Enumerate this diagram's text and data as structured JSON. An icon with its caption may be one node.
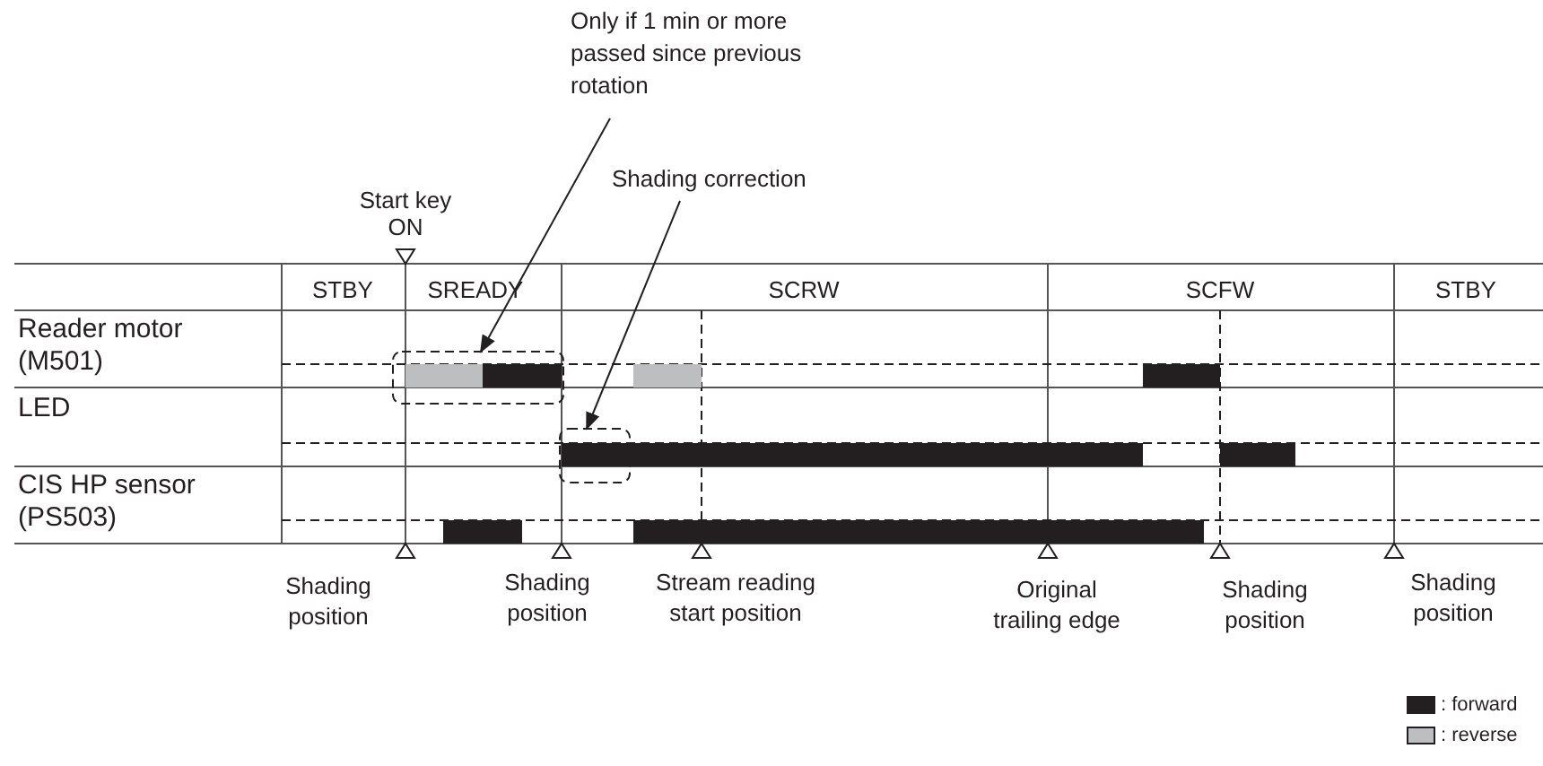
{
  "diagram": {
    "nodes": [
      {
        "text": [
          "Only if 1 min or more passed since previous rotation"
        ]
      },
      {
        "text": [
          "Shading correction"
        ]
      },
      {
        "text": [],
        "shape": "box"
      },
      {
        "text": [],
        "shape": "box"
      }
    ],
    "edges": [
      {
        "from": 0,
        "to": 2,
        "arrow": "to"
      },
      {
        "from": 1,
        "to": 3,
        "arrow": "to"
      }
    ],
    "labels": [
      "Start key ON",
      "STBY",
      "SREADY",
      "SCRW",
      "SCFW",
      "STBY",
      "Reader motor (M501)",
      "LED",
      "CIS HP sensor (PS503)",
      "Shading position",
      "Shading position",
      "Stream reading start position",
      "Original trailing edge",
      "Shading position",
      "Shading position"
    ],
    "legend": [
      {
        "text": ": forward",
        "color": "#231f20"
      },
      {
        "text": ": reverse",
        "color": "#bcbec0"
      }
    ]
  }
}
